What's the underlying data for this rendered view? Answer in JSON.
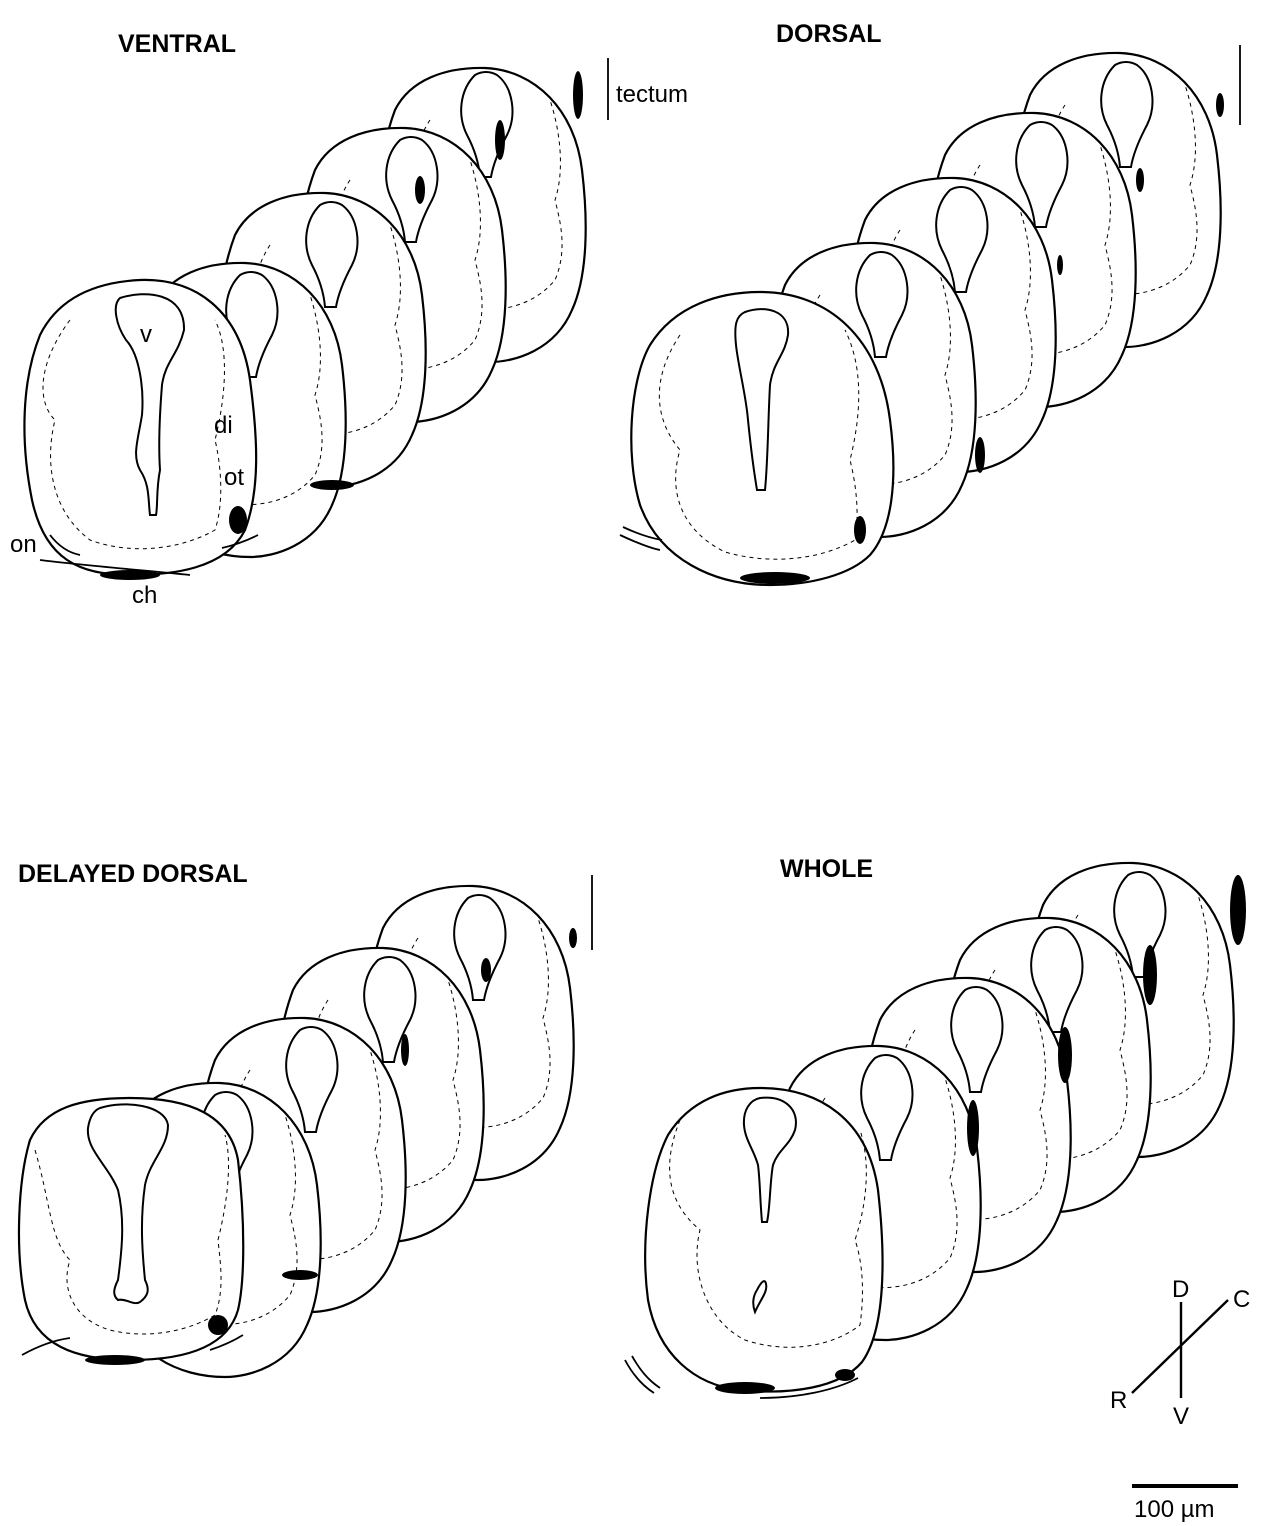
{
  "panels": [
    {
      "id": "ventral",
      "title": "VENTRAL"
    },
    {
      "id": "dorsal",
      "title": "DORSAL"
    },
    {
      "id": "delayed-dorsal",
      "title": "DELAYED DORSAL"
    },
    {
      "id": "whole",
      "title": "WHOLE"
    }
  ],
  "annotations": {
    "tectum": "tectum",
    "ventricle": "v",
    "diencephalon": "di",
    "optic_tract": "ot",
    "optic_nerve": "on",
    "chiasm": "ch"
  },
  "orientation": {
    "dorsal": "D",
    "ventral": "V",
    "rostral": "R",
    "caudal": "C"
  },
  "scale_bar": {
    "label": "100 µm"
  },
  "colors": {
    "ink": "#000000",
    "background": "#ffffff"
  }
}
